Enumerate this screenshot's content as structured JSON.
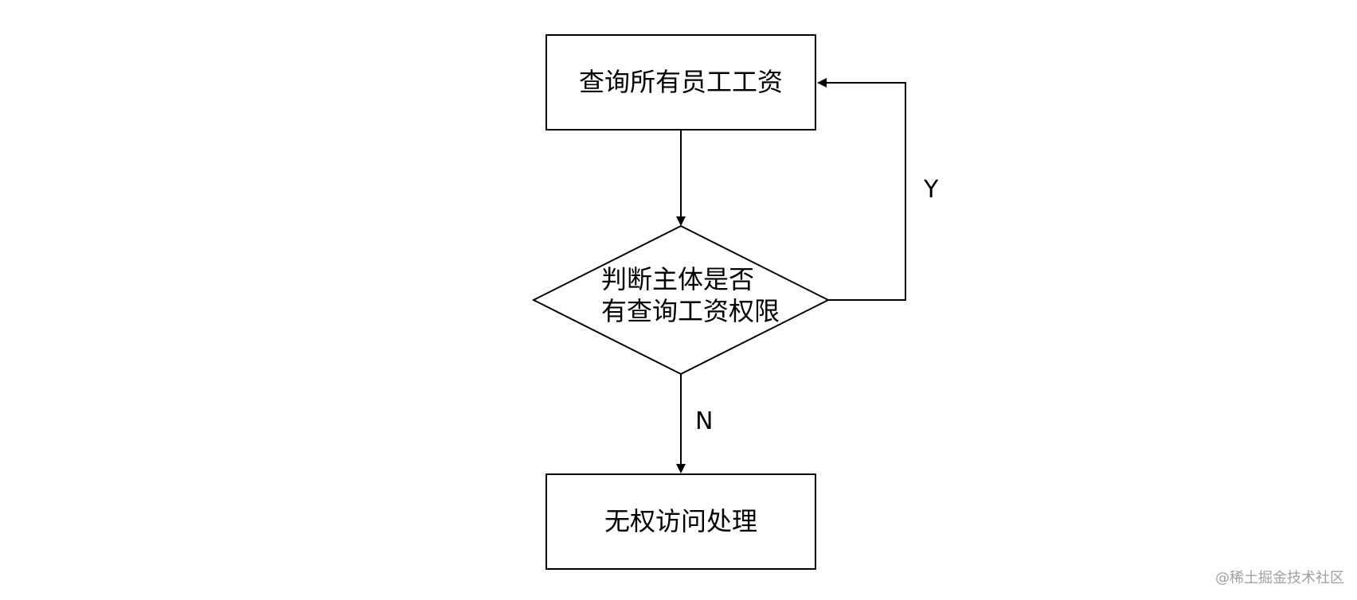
{
  "nodes": {
    "query": {
      "label": "查询所有员工工资"
    },
    "decision": {
      "lines": [
        "判断主体是否",
        "有查询工资权限"
      ]
    },
    "deny": {
      "label": "无权访问处理"
    }
  },
  "edges": {
    "yes_label": "Y",
    "no_label": "N"
  },
  "watermark": "@稀土掘金技术社区",
  "colors": {
    "stroke": "#000000",
    "background": "#ffffff",
    "watermark": "#a0a0a0"
  }
}
